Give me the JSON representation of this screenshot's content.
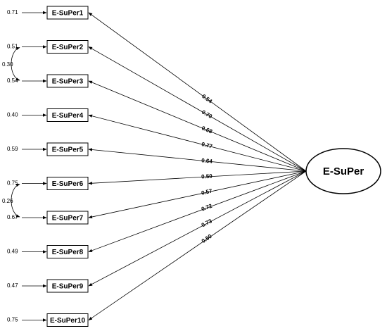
{
  "latent": {
    "label": "E-SuPer"
  },
  "indicators": [
    {
      "label": "E-SuPer1",
      "error": "0.71",
      "loading": "0.54"
    },
    {
      "label": "E-SuPer2",
      "error": "0.51",
      "loading": "0.70"
    },
    {
      "label": "E-SuPer3",
      "error": "0.54",
      "loading": "0.68"
    },
    {
      "label": "E-SuPer4",
      "error": "0.40",
      "loading": "0.77"
    },
    {
      "label": "E-SuPer5",
      "error": "0.59",
      "loading": "0.64"
    },
    {
      "label": "E-SuPer6",
      "error": "0.75",
      "loading": "0.50"
    },
    {
      "label": "E-SuPer7",
      "error": "0.67",
      "loading": "0.57"
    },
    {
      "label": "E-SuPer8",
      "error": "0.49",
      "loading": "0.72"
    },
    {
      "label": "E-SuPer9",
      "error": "0.47",
      "loading": "0.73"
    },
    {
      "label": "E-SuPer10",
      "error": "0.75",
      "loading": "0.50"
    }
  ],
  "covariances": [
    {
      "between": [
        "E-SuPer2",
        "E-SuPer3"
      ],
      "value": "0.30"
    },
    {
      "between": [
        "E-SuPer6",
        "E-SuPer7"
      ],
      "value": "0.26"
    }
  ]
}
